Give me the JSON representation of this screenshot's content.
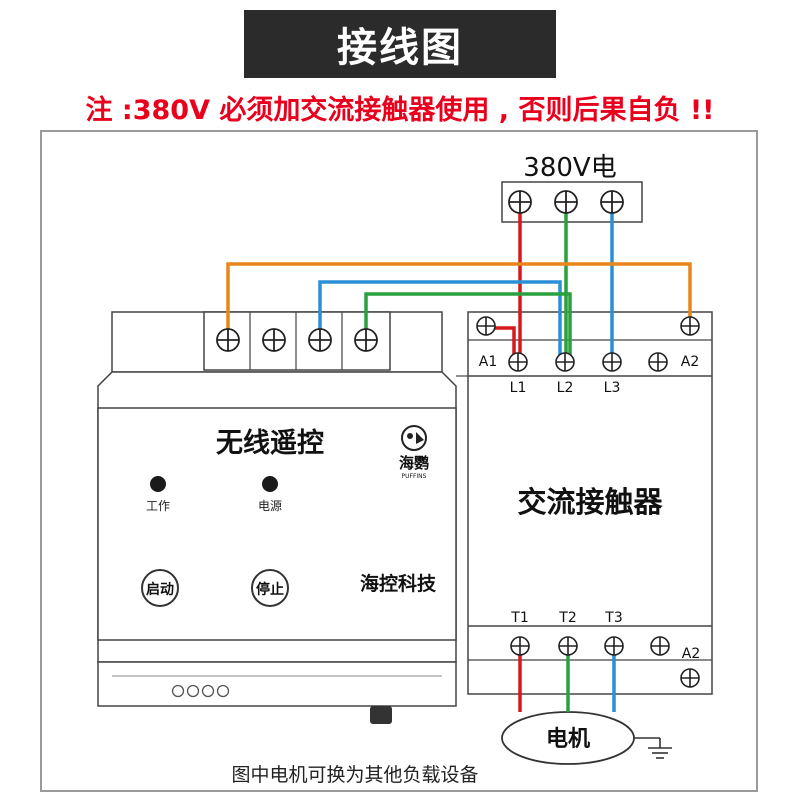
{
  "title": "接线图",
  "warning": "注 :380V 必须加交流接触器使用 , 否则后果自负 !!",
  "power_source": {
    "label": "380V电"
  },
  "remote_module": {
    "name": "无线遥控",
    "brand_cn": "海鹦",
    "brand_en": "PUFFINS",
    "company": "海控科技",
    "led_work": "工作",
    "led_power": "电源",
    "btn_start": "启动",
    "btn_stop": "停止"
  },
  "contactor": {
    "name": "交流接触器",
    "top_terminals": {
      "a1": "A1",
      "l1": "L1",
      "l2": "L2",
      "l3": "L3",
      "a2": "A2"
    },
    "bottom_terminals": {
      "t1": "T1",
      "t2": "T2",
      "t3": "T3",
      "a2": "A2"
    }
  },
  "motor": {
    "label": "电机"
  },
  "footnote": "图中电机可换为其他负载设备",
  "colors": {
    "title_bg": "#2b2b2b",
    "warning_text": "#e8001c",
    "wire_red": "#d7191c",
    "wire_green": "#2aa13f",
    "wire_blue": "#2b8fd6",
    "wire_orange": "#e8861a"
  }
}
